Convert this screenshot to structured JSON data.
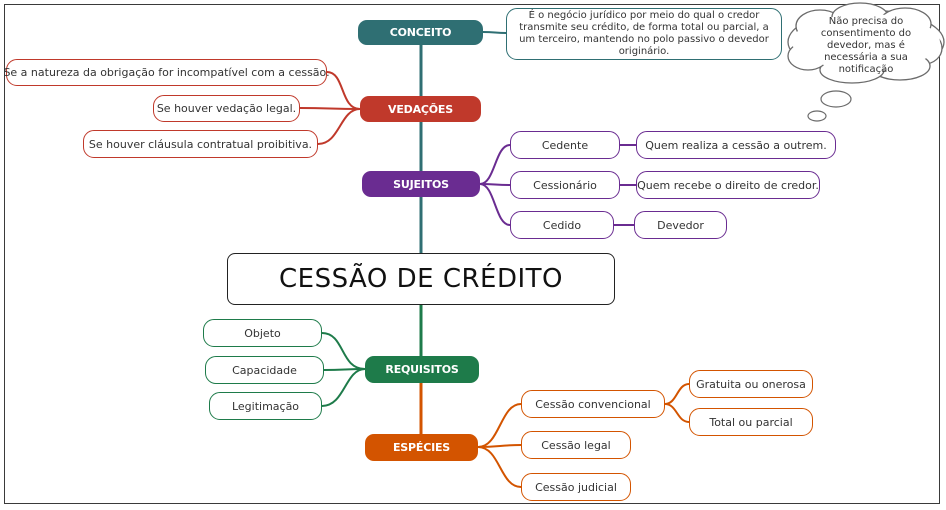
{
  "central": {
    "title": "CESSÃO DE CRÉDITO"
  },
  "conceito": {
    "label": "CONCEITO",
    "definition": "É o negócio jurídico por meio do qual o credor transmite seu crédito, de forma total ou parcial, a um terceiro, mantendo no polo passivo o devedor originário.",
    "note": "Não precisa do consentimento do devedor, mas é necessária a sua notificação",
    "color": "#2f6f73"
  },
  "vedacoes": {
    "label": "VEDAÇÕES",
    "color": "#c0392b",
    "items": [
      "Se a natureza da obrigação for incompatível com a cessão.",
      "Se houver vedação legal.",
      "Se houver cláusula contratual proibitiva."
    ]
  },
  "sujeitos": {
    "label": "SUJEITOS",
    "color": "#6a2c91",
    "items": [
      {
        "role": "Cedente",
        "desc": "Quem realiza a cessão a outrem."
      },
      {
        "role": "Cessionário",
        "desc": "Quem recebe o direito de credor."
      },
      {
        "role": "Cedido",
        "desc": "Devedor"
      }
    ]
  },
  "requisitos": {
    "label": "REQUISITOS",
    "color": "#1e7b4a",
    "items": [
      "Objeto",
      "Capacidade",
      "Legitimação"
    ]
  },
  "especies": {
    "label": "ESPÉCIES",
    "color": "#d35400",
    "items": [
      "Cessão convencional",
      "Cessão legal",
      "Cessão judicial"
    ],
    "convencional_subitems": [
      "Gratuita ou onerosa",
      "Total ou parcial"
    ]
  }
}
